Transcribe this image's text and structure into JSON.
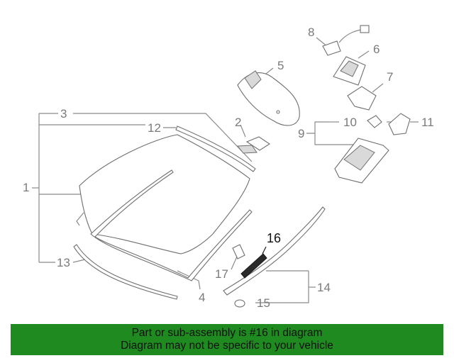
{
  "callouts": {
    "c1": "1",
    "c2": "2",
    "c3": "3",
    "c4": "4",
    "c5": "5",
    "c6": "6",
    "c7": "7",
    "c8": "8",
    "c9": "9",
    "c10": "10",
    "c11": "11",
    "c12": "12",
    "c13": "13",
    "c14": "14",
    "c15": "15",
    "c16": "16",
    "c17": "17"
  },
  "highlight": {
    "part_number": "16",
    "color": "#1b1b1b"
  },
  "banner": {
    "line1": "Part or sub-assembly is #16 in diagram",
    "line2": "Diagram may not be specific to your vehicle",
    "color": "#1f8a1f"
  }
}
